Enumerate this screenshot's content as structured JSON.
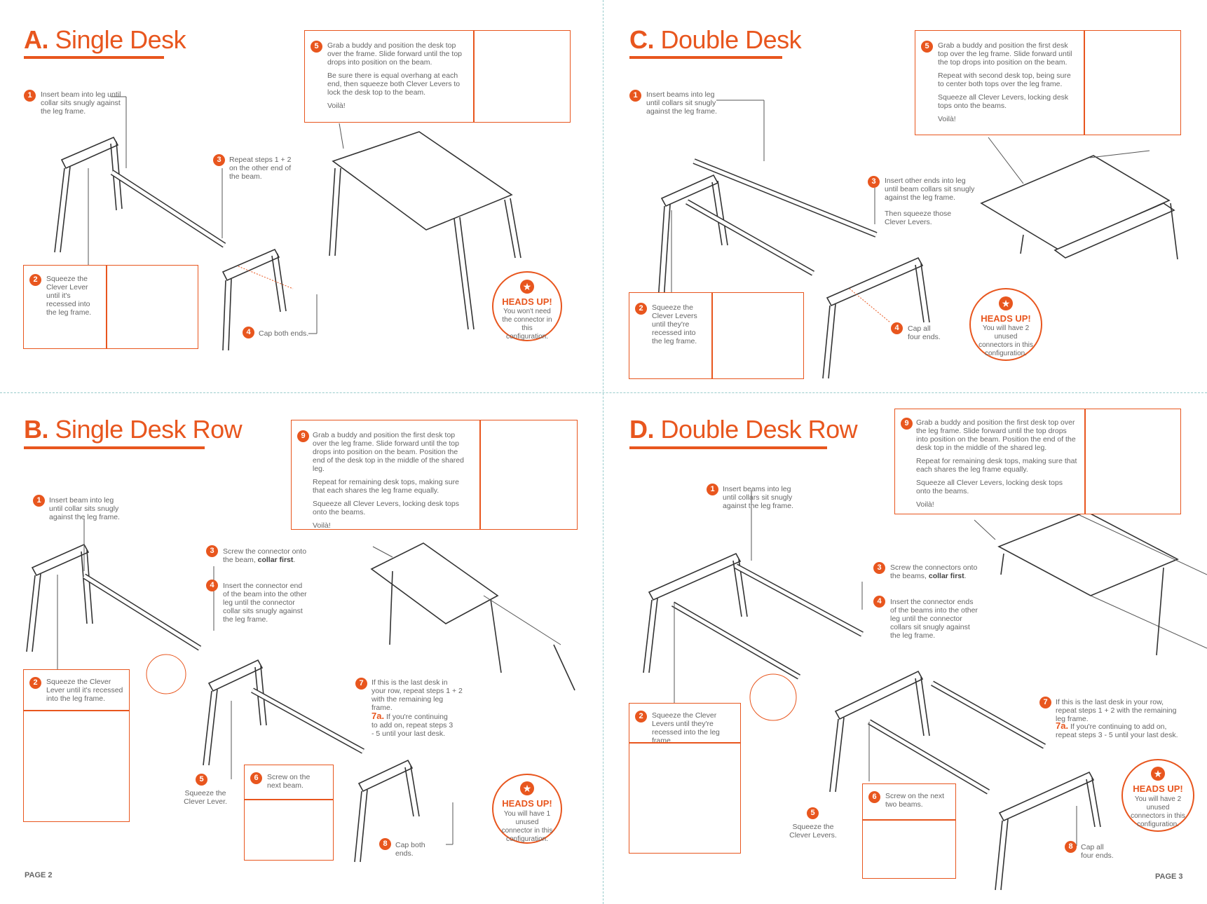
{
  "pages": {
    "left": "PAGE 2",
    "right": "PAGE 3"
  },
  "sections": {
    "a": {
      "letter": "A.",
      "title": "Single Desk",
      "step1": "Insert beam into leg until collar sits snugly against the leg frame.",
      "step2": "Squeeze the Clever Lever until it's recessed into the leg frame.",
      "step3": "Repeat steps 1 + 2 on the other end of the beam.",
      "step4": "Cap both ends.",
      "step5": [
        "Grab a buddy and position the desk top over the frame. Slide forward until the top drops into position on the beam.",
        "Be sure there is equal overhang at each end, then squeeze both Clever Levers to lock the desk top to the beam.",
        "Voilà!"
      ],
      "heads_title": "HEADS UP!",
      "heads_text": "You won't need the connector in this configuration."
    },
    "b": {
      "letter": "B.",
      "title": "Single Desk Row",
      "step1": "Insert beam into leg until collar sits snugly against the leg frame.",
      "step2": "Squeeze the Clever Lever until it's recessed into the leg frame.",
      "step3a": "Screw the connector onto the beam,",
      "step3b": "collar first",
      "step4": "Insert the connector end of the beam into the other leg until the connector collar sits snugly against the leg frame.",
      "step5": "Squeeze the Clever Lever.",
      "step6": "Screw on the next beam.",
      "step7": "If this is the last desk in your row, repeat steps 1 + 2 with the remaining leg frame.",
      "step7a_label": "7a.",
      "step7a": "If you're continuing to add on, repeat steps 3 - 5 until your last desk.",
      "step8": "Cap both ends.",
      "step9": [
        "Grab a buddy and position the first desk top over the leg frame. Slide forward until the top drops into position on the beam. Position the end of the desk top in the middle of the shared leg.",
        "Repeat for remaining desk tops, making sure that each shares the leg frame equally.",
        "Squeeze all Clever Levers, locking desk tops onto the beams.",
        "Voilà!"
      ],
      "heads_title": "HEADS UP!",
      "heads_text": "You will have 1 unused connector in this configuration."
    },
    "c": {
      "letter": "C.",
      "title": "Double Desk",
      "step1": "Insert beams into leg until collars sit snugly against the leg frame.",
      "step2": "Squeeze the Clever Levers until they're recessed into the leg frame.",
      "step3": "Insert other ends into leg until beam collars sit snugly against the leg frame.",
      "step3b": "Then squeeze those Clever Levers.",
      "step4": "Cap all four ends.",
      "step5": [
        "Grab a buddy and position the first desk top over the leg frame. Slide forward until the top drops into position on the beam.",
        "Repeat with second desk top, being sure to center both tops over the leg frame.",
        "Squeeze all Clever Levers, locking desk tops onto the beams.",
        "Voilà!"
      ],
      "heads_title": "HEADS UP!",
      "heads_text": "You will have 2 unused connectors in this configuration."
    },
    "d": {
      "letter": "D.",
      "title": "Double Desk Row",
      "step1": "Insert beams into leg until collars sit snugly against the leg frame.",
      "step2": "Squeeze the Clever Levers until they're recessed into the leg frame.",
      "step3a": "Screw the connectors onto the beams,",
      "step3b": "collar first",
      "step4": "Insert the connector ends of the beams into the other leg until the connector collars sit snugly against the leg frame.",
      "step5": "Squeeze the Clever Levers.",
      "step6": "Screw on the next two beams.",
      "step7": "If this is the last desk in your row, repeat steps 1 + 2 with the remaining leg frame.",
      "step7a_label": "7a.",
      "step7a": "If you're continuing to add on, repeat steps 3 - 5 until your last desk.",
      "step8": "Cap all four ends.",
      "step9": [
        "Grab a buddy and position the first desk top over the leg frame. Slide forward until the top drops into position on the beam. Position the end of the desk top in the middle of the shared leg.",
        "Repeat for remaining desk tops, making sure that each shares the leg frame equally.",
        "Squeeze all Clever Levers, locking desk tops onto the beams.",
        "Voilà!"
      ],
      "heads_title": "HEADS UP!",
      "heads_text": "You will have 2 unused connectors in this configuration."
    }
  },
  "numbers": {
    "n1": "1",
    "n2": "2",
    "n3": "3",
    "n4": "4",
    "n5": "5",
    "n6": "6",
    "n7": "7",
    "n8": "8",
    "n9": "9"
  },
  "icons": {
    "star": "★"
  },
  "colors": {
    "accent": "#e8561e",
    "line": "#333333"
  }
}
